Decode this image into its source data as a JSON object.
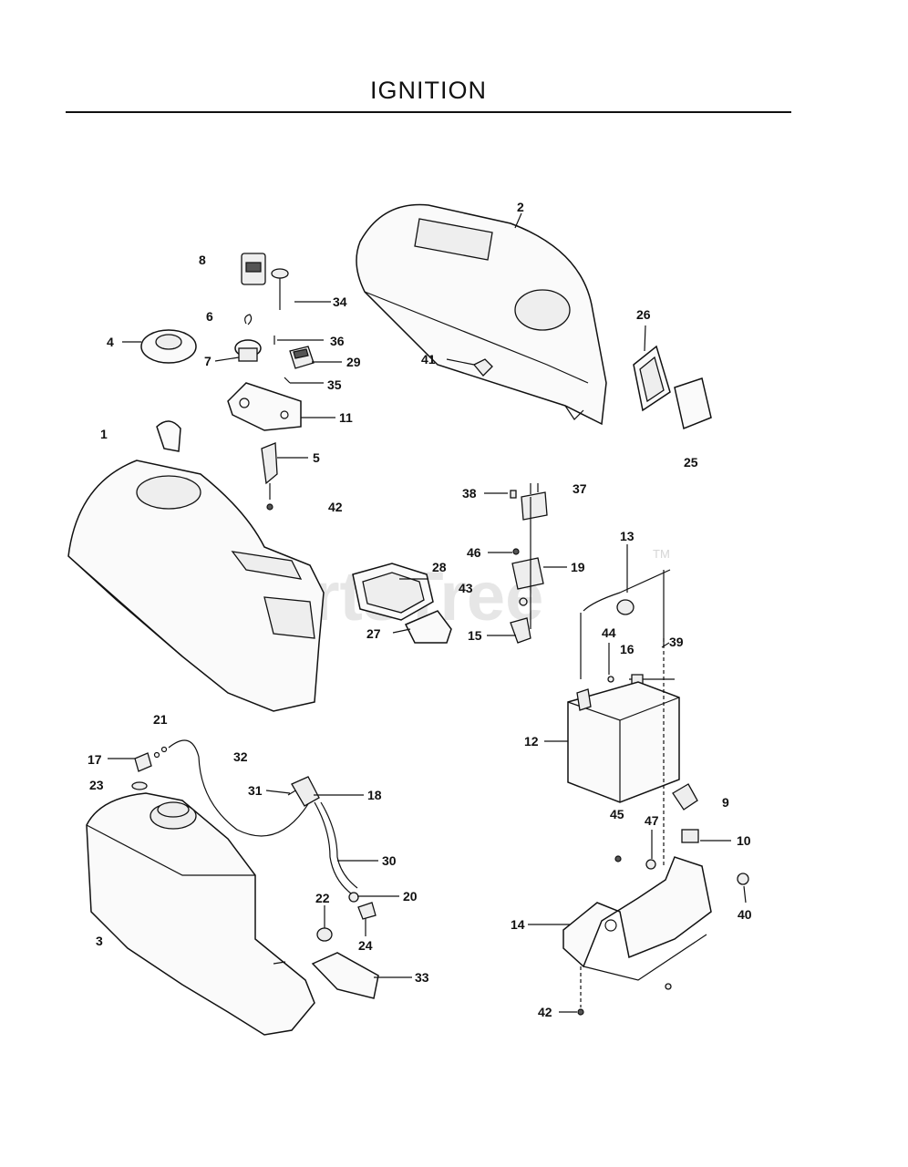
{
  "title": "IGNITION",
  "watermark": {
    "text": "PartsTree",
    "tm": "TM"
  },
  "callouts": [
    {
      "id": "c1",
      "n": "1"
    },
    {
      "id": "c2",
      "n": "2"
    },
    {
      "id": "c3",
      "n": "3"
    },
    {
      "id": "c4",
      "n": "4"
    },
    {
      "id": "c5",
      "n": "5"
    },
    {
      "id": "c6",
      "n": "6"
    },
    {
      "id": "c7",
      "n": "7"
    },
    {
      "id": "c8",
      "n": "8"
    },
    {
      "id": "c9",
      "n": "9"
    },
    {
      "id": "c10",
      "n": "10"
    },
    {
      "id": "c11",
      "n": "11"
    },
    {
      "id": "c12",
      "n": "12"
    },
    {
      "id": "c13",
      "n": "13"
    },
    {
      "id": "c14",
      "n": "14"
    },
    {
      "id": "c15",
      "n": "15"
    },
    {
      "id": "c16",
      "n": "16"
    },
    {
      "id": "c17",
      "n": "17"
    },
    {
      "id": "c18",
      "n": "18"
    },
    {
      "id": "c19",
      "n": "19"
    },
    {
      "id": "c20",
      "n": "20"
    },
    {
      "id": "c21",
      "n": "21"
    },
    {
      "id": "c23",
      "n": "23"
    },
    {
      "id": "c22",
      "n": "22"
    },
    {
      "id": "c24",
      "n": "24"
    },
    {
      "id": "c25",
      "n": "25"
    },
    {
      "id": "c26",
      "n": "26"
    },
    {
      "id": "c27",
      "n": "27"
    },
    {
      "id": "c28",
      "n": "28"
    },
    {
      "id": "c29",
      "n": "29"
    },
    {
      "id": "c30",
      "n": "30"
    },
    {
      "id": "c31",
      "n": "31"
    },
    {
      "id": "c32",
      "n": "32"
    },
    {
      "id": "c33",
      "n": "33"
    },
    {
      "id": "c34",
      "n": "34"
    },
    {
      "id": "c35",
      "n": "35"
    },
    {
      "id": "c36",
      "n": "36"
    },
    {
      "id": "c37",
      "n": "37"
    },
    {
      "id": "c38",
      "n": "38"
    },
    {
      "id": "c39",
      "n": "39"
    },
    {
      "id": "c40",
      "n": "40"
    },
    {
      "id": "c41",
      "n": "41"
    },
    {
      "id": "c42a",
      "n": "42"
    },
    {
      "id": "c42b",
      "n": "42"
    },
    {
      "id": "c43",
      "n": "43"
    },
    {
      "id": "c44",
      "n": "44"
    },
    {
      "id": "c45",
      "n": "45"
    },
    {
      "id": "c46",
      "n": "46"
    },
    {
      "id": "c47",
      "n": "47"
    }
  ]
}
